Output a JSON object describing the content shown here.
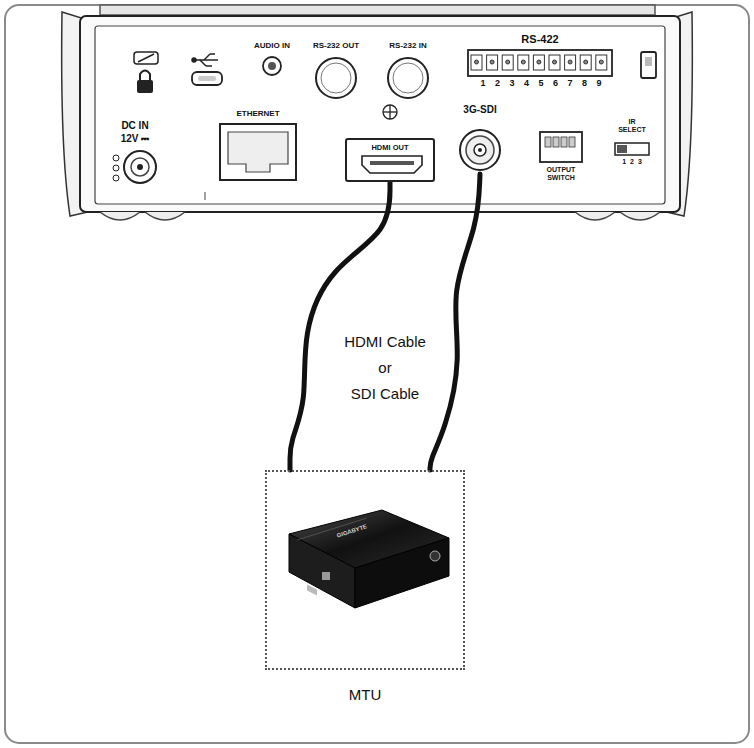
{
  "diagram": {
    "nodes": [
      {
        "text": [
          "HDMI OUT"
        ]
      },
      {
        "text": [
          "3G-SDI"
        ]
      },
      {
        "text": [
          "MTU"
        ]
      }
    ],
    "edges": [
      {
        "from": 0,
        "to": 2,
        "arrow": "none"
      },
      {
        "from": 1,
        "to": 2,
        "arrow": "none"
      }
    ],
    "labels": [
      "AUDIO IN",
      "RS-232 OUT",
      "RS-232 IN",
      "RS-422",
      "1 2 3 4 5 6 7 8 9",
      "DC IN",
      "12V ⎓",
      "ETHERNET",
      "OUTPUT SWITCH",
      "IR SELECT",
      "1 2 3",
      "HDMI Cable",
      "or",
      "SDI Cable",
      "GIGABYTE"
    ]
  }
}
